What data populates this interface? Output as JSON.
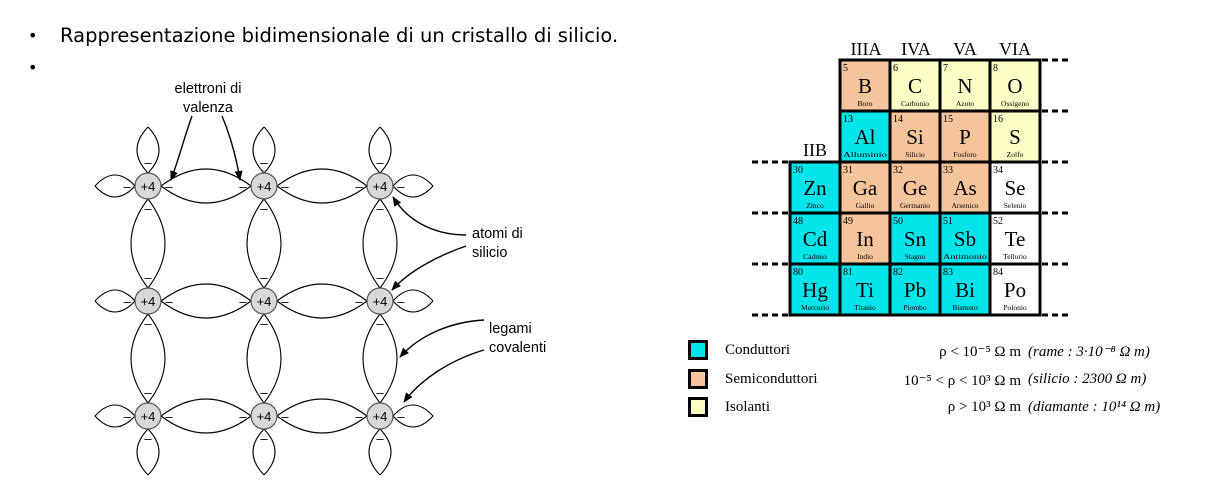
{
  "bullets": [
    {
      "text": "Rappresentazione bidimensionale di un cristallo di silicio."
    },
    {
      "text": ""
    }
  ],
  "lattice": {
    "atom_label": "+4",
    "charge_label": "–",
    "labels": {
      "valence": [
        "elettroni di",
        "valenza"
      ],
      "atoms": [
        "atomi di",
        "silicio"
      ],
      "bonds": [
        "legami",
        "covalenti"
      ]
    }
  },
  "periodic_table": {
    "groups": [
      "IIIA",
      "IVA",
      "VA",
      "VIA",
      "IIB"
    ],
    "elements": [
      {
        "num": "5",
        "sym": "B",
        "name": "Boro",
        "type": "semi",
        "row": 0,
        "col": 1
      },
      {
        "num": "6",
        "sym": "C",
        "name": "Carbonio",
        "type": "iso",
        "row": 0,
        "col": 2
      },
      {
        "num": "7",
        "sym": "N",
        "name": "Azoto",
        "type": "iso",
        "row": 0,
        "col": 3
      },
      {
        "num": "8",
        "sym": "O",
        "name": "Ossigeno",
        "type": "iso",
        "row": 0,
        "col": 4
      },
      {
        "num": "13",
        "sym": "Al",
        "name": "Alluminio",
        "type": "cond",
        "row": 1,
        "col": 1
      },
      {
        "num": "14",
        "sym": "Si",
        "name": "Silicio",
        "type": "semi",
        "row": 1,
        "col": 2
      },
      {
        "num": "15",
        "sym": "P",
        "name": "Fosforo",
        "type": "semi",
        "row": 1,
        "col": 3
      },
      {
        "num": "16",
        "sym": "S",
        "name": "Zolfo",
        "type": "iso",
        "row": 1,
        "col": 4
      },
      {
        "num": "30",
        "sym": "Zn",
        "name": "Zinco",
        "type": "cond",
        "row": 2,
        "col": 0
      },
      {
        "num": "31",
        "sym": "Ga",
        "name": "Gallio",
        "type": "semi",
        "row": 2,
        "col": 1
      },
      {
        "num": "32",
        "sym": "Ge",
        "name": "Germanio",
        "type": "semi",
        "row": 2,
        "col": 2
      },
      {
        "num": "33",
        "sym": "As",
        "name": "Arsenico",
        "type": "semi",
        "row": 2,
        "col": 3
      },
      {
        "num": "34",
        "sym": "Se",
        "name": "Selenio",
        "type": "none",
        "row": 2,
        "col": 4
      },
      {
        "num": "48",
        "sym": "Cd",
        "name": "Cadmio",
        "type": "cond",
        "row": 3,
        "col": 0
      },
      {
        "num": "49",
        "sym": "In",
        "name": "Indio",
        "type": "semi",
        "row": 3,
        "col": 1
      },
      {
        "num": "50",
        "sym": "Sn",
        "name": "Stagno",
        "type": "cond",
        "row": 3,
        "col": 2
      },
      {
        "num": "51",
        "sym": "Sb",
        "name": "Antimonio",
        "type": "cond",
        "row": 3,
        "col": 3
      },
      {
        "num": "52",
        "sym": "Te",
        "name": "Tellurio",
        "type": "none",
        "row": 3,
        "col": 4
      },
      {
        "num": "80",
        "sym": "Hg",
        "name": "Mercurio",
        "type": "cond",
        "row": 4,
        "col": 0
      },
      {
        "num": "81",
        "sym": "Ti",
        "name": "Titanio",
        "type": "cond",
        "row": 4,
        "col": 1
      },
      {
        "num": "82",
        "sym": "Pb",
        "name": "Piombo",
        "type": "cond",
        "row": 4,
        "col": 2
      },
      {
        "num": "83",
        "sym": "Bi",
        "name": "Bismuto",
        "type": "cond",
        "row": 4,
        "col": 3
      },
      {
        "num": "84",
        "sym": "Po",
        "name": "Polonio",
        "type": "none",
        "row": 4,
        "col": 4
      }
    ]
  },
  "legend": [
    {
      "type": "cond",
      "label": "Conduttori",
      "formula": "ρ < 10⁻⁵ Ω m",
      "example": "(rame : 3·10⁻⁸ Ω m)"
    },
    {
      "type": "semi",
      "label": "Semiconduttori",
      "formula": "10⁻⁵ < ρ < 10³ Ω m",
      "example": "(silicio : 2300 Ω m)"
    },
    {
      "type": "iso",
      "label": "Isolanti",
      "formula": "ρ > 10³ Ω m",
      "example": "(diamante : 10¹⁴ Ω m)"
    }
  ],
  "colors": {
    "cond": "#00e4ea",
    "semi": "#f6c49a",
    "iso": "#fdfdc6",
    "none": "#ffffff",
    "atom_fill": "#d9d9d9",
    "line": "#000000"
  }
}
